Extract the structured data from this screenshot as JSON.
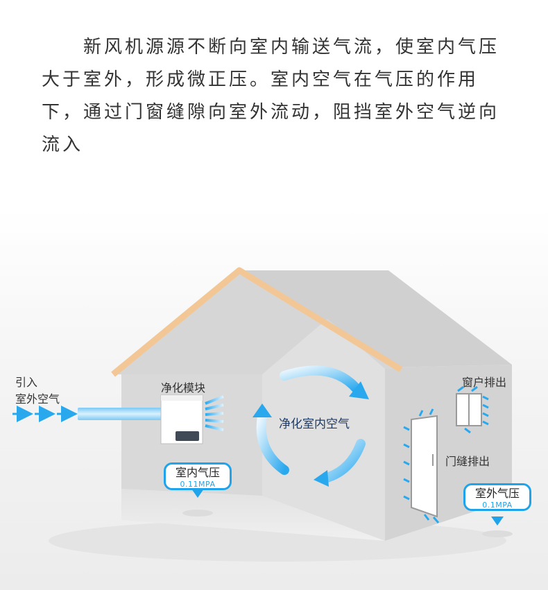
{
  "intro": {
    "text": "新风机源源不断向室内输送气流，使室内气压大于室外，形成微正压。室内空气在气压的作用下，通过门窗缝隙向室外流动，阻挡室外空气逆向流入"
  },
  "diagram": {
    "intake_label_line1": "引入",
    "intake_label_line2": "室外空气",
    "module_label": "净化模块",
    "purify_label": "净化室内空气",
    "window_label": "窗户排出",
    "door_label": "门缝排出",
    "indoor_badge": {
      "title": "室内气压",
      "value": "0.11MPA"
    },
    "outdoor_badge": {
      "title": "室外气压",
      "value": "0.1MPA"
    }
  },
  "colors": {
    "roof_edge": "#f2c795",
    "wall_left": "#dadada",
    "wall_right": "#d2d2d2",
    "interior": "#e6e6e6",
    "air_blue": "#1fa3ea",
    "arrow_light": "#d8f0fd"
  }
}
